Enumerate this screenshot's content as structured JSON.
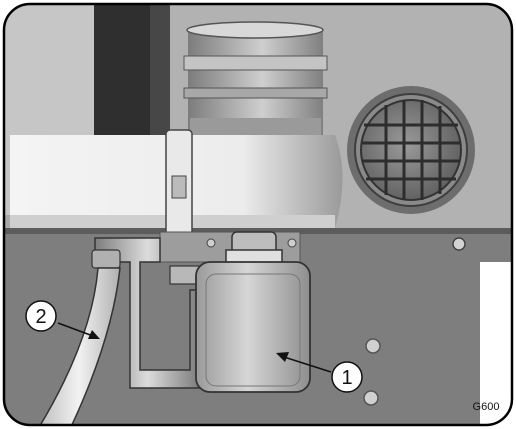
{
  "diagram": {
    "callouts": [
      {
        "number": "1",
        "target": "container"
      },
      {
        "number": "2",
        "target": "drain-hose"
      }
    ],
    "figure_code": "G600"
  }
}
